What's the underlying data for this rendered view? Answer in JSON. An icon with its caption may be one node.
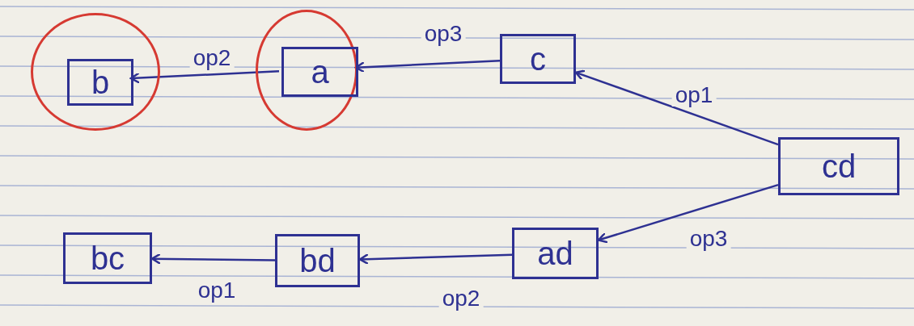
{
  "diagram": {
    "nodes": [
      {
        "text": [],
        "shape": "circle"
      },
      {
        "text": [
          "b"
        ],
        "in": 0
      },
      {
        "text": [],
        "shape": "circle"
      },
      {
        "text": [
          "a"
        ],
        "in": 2
      },
      {
        "text": [
          "c"
        ]
      },
      {
        "text": [
          "cd"
        ]
      },
      {
        "text": [
          "bc"
        ]
      },
      {
        "text": [
          "bd"
        ]
      },
      {
        "text": [
          "ad"
        ]
      }
    ],
    "edges": [
      {
        "from": 3,
        "to": 1,
        "arrow": "to",
        "label": "op2"
      },
      {
        "from": 4,
        "to": 3,
        "arrow": "to",
        "label": "op3"
      },
      {
        "from": 5,
        "to": 4,
        "arrow": "to",
        "label": "op1"
      },
      {
        "from": 5,
        "to": 8,
        "arrow": "to",
        "label": "op3"
      },
      {
        "from": 8,
        "to": 7,
        "arrow": "to",
        "label": "op2"
      },
      {
        "from": 7,
        "to": 6,
        "arrow": "to",
        "label": "op1"
      }
    ]
  }
}
